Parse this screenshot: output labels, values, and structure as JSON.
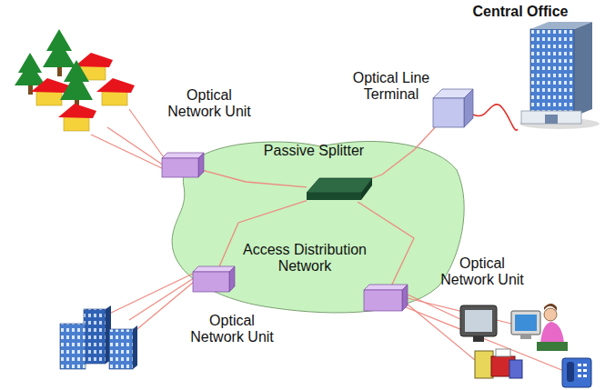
{
  "diagram": {
    "nodes": [
      {
        "text": [
          "Central Office"
        ]
      },
      {
        "text": [
          "Optical Line Terminal"
        ]
      },
      {
        "text": [
          "Optical Network Unit"
        ]
      },
      {
        "text": [
          "Access Distribution Network"
        ]
      },
      {
        "text": [
          "Passive Splitter"
        ],
        "in": 3
      },
      {
        "text": [
          "Optical Network Unit"
        ]
      },
      {
        "text": [
          "Optical Network Unit"
        ]
      }
    ],
    "edges": [
      {
        "from": 0,
        "to": 1,
        "arrow": "none"
      },
      {
        "from": 1,
        "to": 4,
        "arrow": "none"
      },
      {
        "from": 4,
        "to": 2,
        "arrow": "none"
      },
      {
        "from": 4,
        "to": 5,
        "arrow": "none"
      },
      {
        "from": 4,
        "to": 6,
        "arrow": "none"
      }
    ]
  }
}
